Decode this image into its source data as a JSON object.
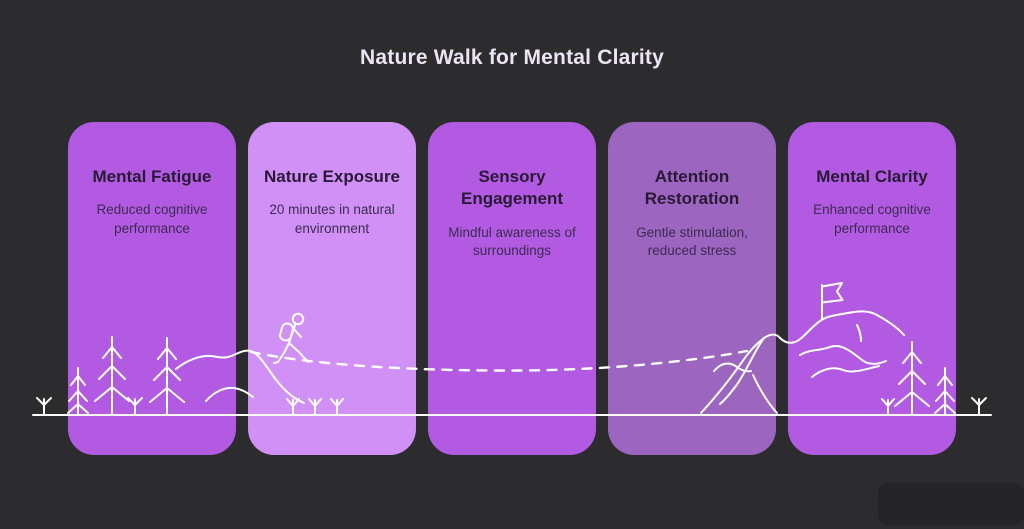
{
  "title": "Nature Walk for Mental Clarity",
  "colors": {
    "background": "#2c2c2e",
    "line_art": "#ffffff",
    "title_text": "#ece4f3",
    "heading_text": "#2a1936",
    "body_text": "#3d2b52"
  },
  "steps": [
    {
      "title": "Mental Fatigue",
      "description": "Reduced cognitive performance",
      "color": "#b35ae3"
    },
    {
      "title": "Nature Exposure",
      "description": "20 minutes in natural environment",
      "color": "#d190f6"
    },
    {
      "title": "Sensory Engagement",
      "description": "Mindful awareness of surroundings",
      "color": "#b35ae3"
    },
    {
      "title": "Attention Restoration",
      "description": "Gentle stimulation, reduced stress",
      "color": "#9c65c0"
    },
    {
      "title": "Mental Clarity",
      "description": "Enhanced cognitive performance",
      "color": "#b35ae3"
    }
  ],
  "illustration": {
    "elements": [
      "ground-line",
      "sprouts",
      "pine-trees",
      "hill",
      "hiker-with-backpack",
      "dashed-trail",
      "mountain",
      "summit-flag"
    ]
  }
}
